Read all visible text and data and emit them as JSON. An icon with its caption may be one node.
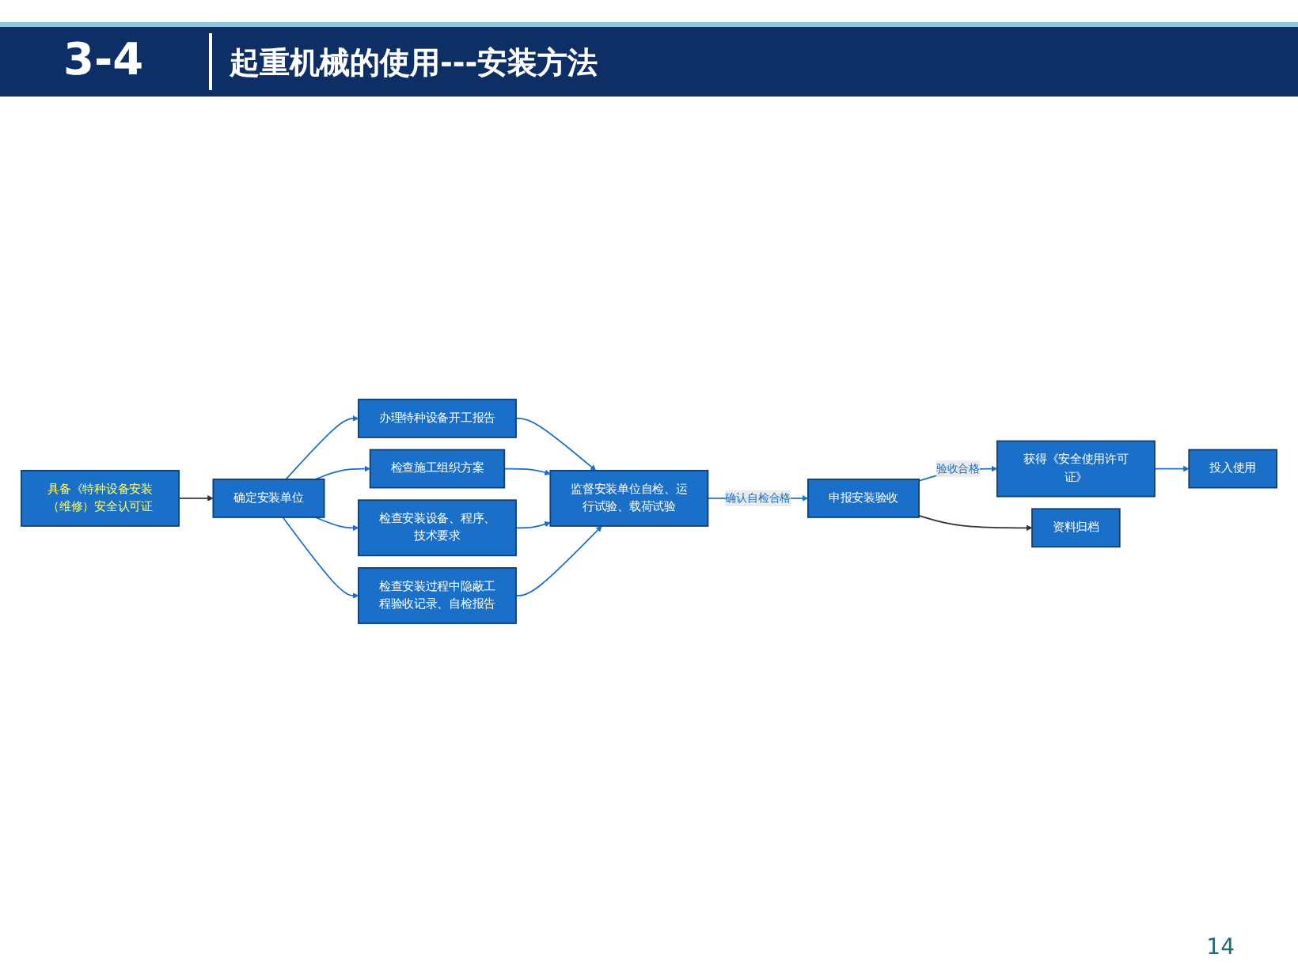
{
  "diagram": {
    "title": "起重机械的使用---安装方法",
    "nodes": [
      {
        "text": [
          "具备《特种设备安装（维修）安全认可证"
        ]
      },
      {
        "text": [
          "确定安装单位"
        ]
      },
      {
        "text": [
          "办理特种设备开工报告"
        ]
      },
      {
        "text": [
          "检查施工组织方案"
        ]
      },
      {
        "text": [
          "检查安装设备、程序、技术要求"
        ]
      },
      {
        "text": [
          "检查安装过程中隐蔽工程验收记录、自检报告"
        ]
      },
      {
        "text": [
          "监督安装单位自检、运行试验、载荷试验"
        ]
      },
      {
        "text": [
          "申报安装验收"
        ]
      },
      {
        "text": [
          "获得《安全使用许可证》"
        ]
      },
      {
        "text": [
          "投入使用"
        ]
      },
      {
        "text": [
          "资料归档"
        ]
      }
    ],
    "edges": [
      {
        "from": 0,
        "to": 1,
        "arrow": "to",
        "color": "#333333"
      },
      {
        "from": 1,
        "to": 2,
        "arrow": "to"
      },
      {
        "from": 1,
        "to": 3,
        "arrow": "to"
      },
      {
        "from": 1,
        "to": 4,
        "arrow": "to"
      },
      {
        "from": 1,
        "to": 5,
        "arrow": "to"
      },
      {
        "from": 2,
        "to": 6,
        "arrow": "to"
      },
      {
        "from": 3,
        "to": 6,
        "arrow": "to"
      },
      {
        "from": 4,
        "to": 6,
        "arrow": "to"
      },
      {
        "from": 5,
        "to": 6,
        "arrow": "to"
      },
      {
        "from": 6,
        "to": 7,
        "arrow": "to",
        "label": "确认自检合格"
      },
      {
        "from": 7,
        "to": 8,
        "arrow": "to",
        "label": "验收合格"
      },
      {
        "from": 8,
        "to": 9,
        "arrow": "to"
      },
      {
        "from": 7,
        "to": 10,
        "arrow": "to",
        "color": "#333333"
      }
    ],
    "labels": [
      "3-4",
      "14"
    ]
  }
}
